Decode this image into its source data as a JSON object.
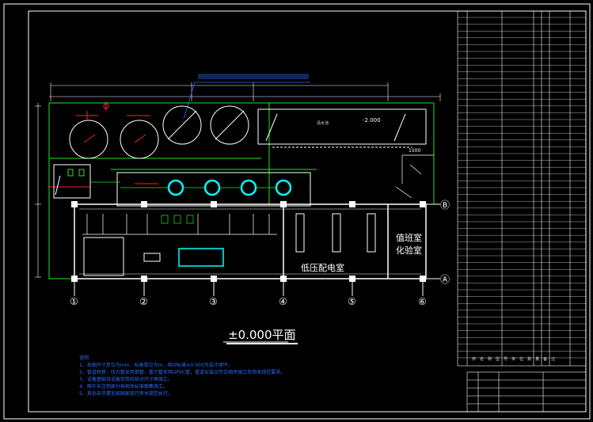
{
  "drawing": {
    "title": "±0.000平面",
    "grid_labels": [
      "①",
      "②",
      "③",
      "④",
      "⑤",
      "⑥"
    ],
    "row_labels": [
      "Ⓐ",
      "Ⓑ"
    ],
    "rooms": {
      "low_voltage_room": "低压配电室",
      "duty_room": "值班室",
      "lab_room": "化验室",
      "clear_water_tank_elev": "-2.000",
      "clear_water_tank_label": "清水池"
    },
    "dimension_1500": "1500"
  },
  "notes": {
    "header": "说明",
    "lines": [
      "1、本图尺寸单位为mm，标高单位为m，相对标高±0.000为设计地坪。",
      "2、管道材质：压力管采用钢管，重力管采用UPVC管，管道安装应符合相关施工及验收规范要求。",
      "3、设备基础待设备到货后核对尺寸再施工。",
      "4、图中未注明部分按相关标准图集施工。",
      "5、其余未尽事宜按国家现行有关规范执行。"
    ]
  },
  "equipment_table": {
    "footer_labels": [
      "序",
      "名",
      "称",
      "型",
      "号",
      "单",
      "位",
      "数",
      "量",
      "备",
      "注"
    ]
  },
  "colors": {
    "background": "#000000",
    "wall": "#ffffff",
    "pipe_green": "#22e622",
    "annotation_red": "#ff2222",
    "pump_cyan": "#00ffff",
    "dimension_blue": "#2a6cff",
    "note_blue": "#2a6cff"
  }
}
